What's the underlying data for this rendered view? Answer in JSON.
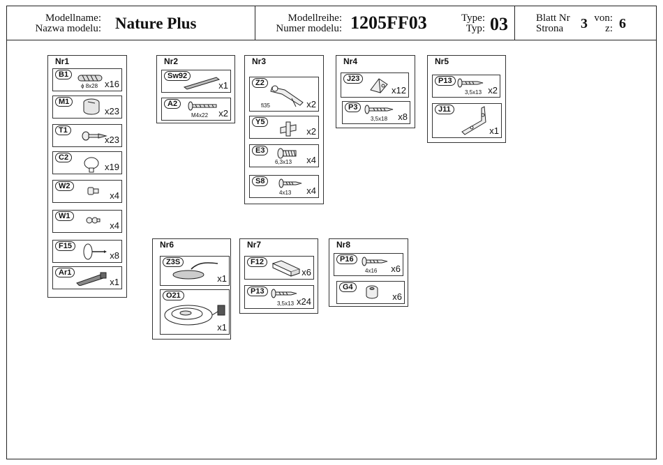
{
  "header": {
    "model_label_de": "Modellname:",
    "model_label_pl": "Nazwa modelu:",
    "model_name": "Nature Plus",
    "series_label_de": "Modellreihe:",
    "series_label_pl": "Numer modelu:",
    "series_value": "1205FF03",
    "type_label_de": "Type:",
    "type_label_pl": "Typ:",
    "type_value": "03",
    "sheet_label_de": "Blatt Nr",
    "sheet_label_pl": "Strona",
    "sheet_value": "3",
    "of_label_de": "von:",
    "of_label_pl": "z:",
    "of_value": "6"
  },
  "groups": [
    {
      "title": "Nr1",
      "parts": [
        {
          "code": "B1",
          "dim": "ϕ 8x28",
          "qty": "x16",
          "icon": "dowel-icon"
        },
        {
          "code": "M1",
          "dim": "",
          "qty": "x23",
          "icon": "cam-lock-icon"
        },
        {
          "code": "T1",
          "dim": "",
          "qty": "x23",
          "icon": "cam-bolt-icon"
        },
        {
          "code": "C2",
          "dim": "",
          "qty": "x19",
          "icon": "cover-cap-icon"
        },
        {
          "code": "W2",
          "dim": "",
          "qty": "x4",
          "icon": "shelf-pin-icon"
        },
        {
          "code": "W1",
          "dim": "",
          "qty": "x4",
          "icon": "shelf-support-icon"
        },
        {
          "code": "F15",
          "dim": "",
          "qty": "x8",
          "icon": "nail-glide-icon"
        },
        {
          "code": "Ar1",
          "dim": "",
          "qty": "x1",
          "icon": "gas-lift-icon"
        }
      ]
    },
    {
      "title": "Nr2",
      "parts": [
        {
          "code": "Sw92",
          "dim": "",
          "qty": "x1",
          "icon": "handle-icon"
        },
        {
          "code": "A2",
          "dim": "M4x22",
          "qty": "x2",
          "icon": "bolt-icon"
        }
      ]
    },
    {
      "title": "Nr3",
      "parts": [
        {
          "code": "Z2",
          "dim": "fi35",
          "qty": "x2",
          "icon": "hinge-icon"
        },
        {
          "code": "Y5",
          "dim": "",
          "qty": "x2",
          "icon": "hinge-plate-icon"
        },
        {
          "code": "E3",
          "dim": "6,3x13",
          "qty": "x4",
          "icon": "screw-icon"
        },
        {
          "code": "S8",
          "dim": "4x13",
          "qty": "x4",
          "icon": "screw-icon"
        }
      ]
    },
    {
      "title": "Nr4",
      "parts": [
        {
          "code": "J23",
          "dim": "",
          "qty": "x12",
          "icon": "corner-block-icon"
        },
        {
          "code": "P3",
          "dim": "3,5x18",
          "qty": "x8",
          "icon": "screw-icon"
        }
      ]
    },
    {
      "title": "Nr5",
      "parts": [
        {
          "code": "P13",
          "dim": "3,5x13",
          "qty": "x2",
          "icon": "screw-icon"
        },
        {
          "code": "J11",
          "dim": "",
          "qty": "x1",
          "icon": "angle-bracket-icon"
        }
      ]
    },
    {
      "title": "Nr6",
      "parts": [
        {
          "code": "Z3S",
          "dim": "",
          "qty": "x1",
          "icon": "cable-icon"
        },
        {
          "code": "O21",
          "dim": "",
          "qty": "x1",
          "icon": "lamp-icon"
        }
      ]
    },
    {
      "title": "Nr7",
      "parts": [
        {
          "code": "F12",
          "dim": "",
          "qty": "x6",
          "icon": "bracket-icon"
        },
        {
          "code": "P13",
          "dim": "3,5x13",
          "qty": "x24",
          "icon": "screw-icon"
        }
      ]
    },
    {
      "title": "Nr8",
      "parts": [
        {
          "code": "P16",
          "dim": "4x16",
          "qty": "x6",
          "icon": "screw-icon"
        },
        {
          "code": "G4",
          "dim": "",
          "qty": "x6",
          "icon": "bumper-icon"
        }
      ]
    }
  ]
}
